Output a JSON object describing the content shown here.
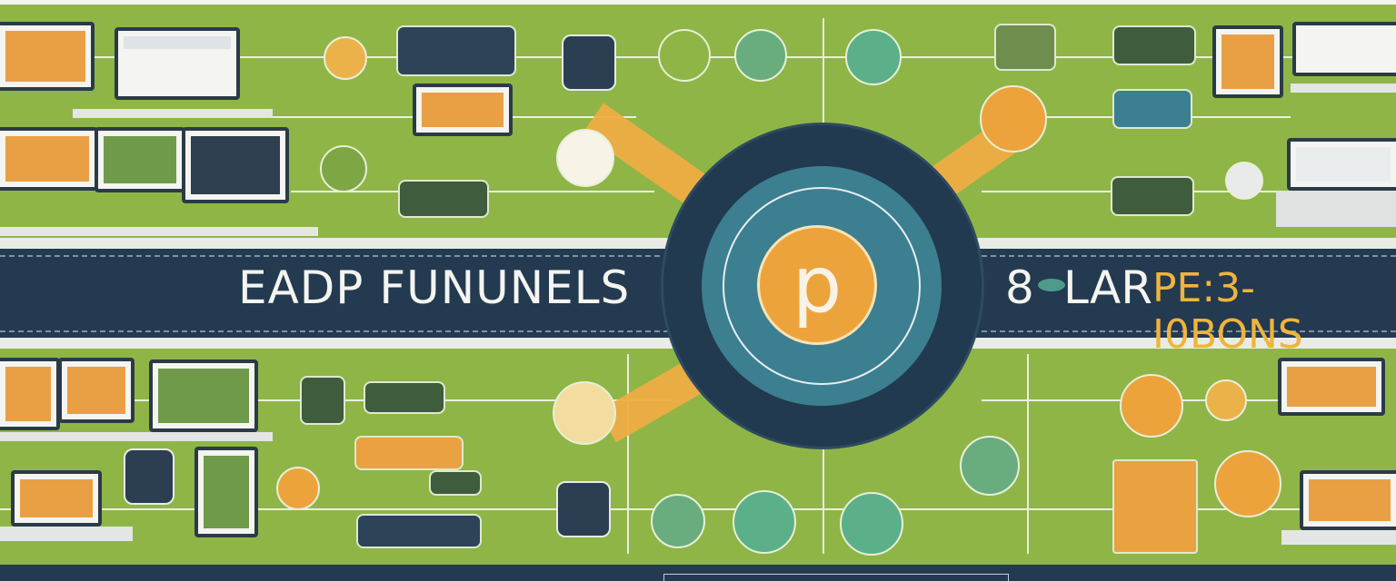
{
  "banner": {
    "title": "EADP FUNUNELS",
    "number": "8",
    "word": "LAR",
    "subtitle": "PE:3-I0BONS"
  },
  "center_logo": {
    "letter": "p"
  },
  "colors": {
    "background": "#8fb547",
    "navy": "#233a50",
    "teal": "#3c7f90",
    "orange": "#eda33c"
  }
}
